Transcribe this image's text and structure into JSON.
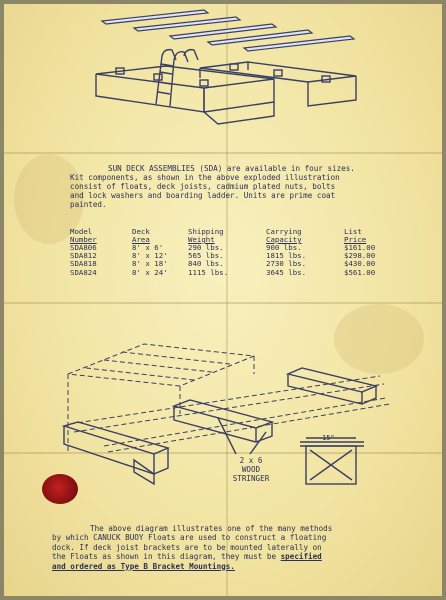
{
  "intro": {
    "line1": "SUN DECK ASSEMBLIES (SDA) are available in four sizes.",
    "line2": "Kit components, as shown in the above exploded illustration",
    "line3": "consist of floats, deck joists, cadmium plated nuts, bolts",
    "line4": "and lock washers and boarding ladder.  Units are prime coat",
    "line5": "painted."
  },
  "spec_table": {
    "headers": [
      {
        "top": "Model",
        "bottom": "Number"
      },
      {
        "top": "Deck",
        "bottom": "Area"
      },
      {
        "top": "Shipping",
        "bottom": "Weight"
      },
      {
        "top": "Carrying",
        "bottom": "Capacity"
      },
      {
        "top": "List",
        "bottom": "Price"
      }
    ],
    "rows": [
      [
        "SDA806",
        "8' x 6'",
        "290 lbs.",
        "900 lbs.",
        "$161.00"
      ],
      [
        "SDA812",
        "8' x 12'",
        "565 lbs.",
        "1815 lbs.",
        "$298.00"
      ],
      [
        "SDA818",
        "8' x 18'",
        "840 lbs.",
        "2730 lbs.",
        "$430.00"
      ],
      [
        "SDA824",
        "8' x 24'",
        "1115 lbs.",
        "3645 lbs.",
        "$561.00"
      ]
    ]
  },
  "diagram": {
    "stringer_line1": "2 x 6",
    "stringer_line2": "WOOD",
    "stringer_line3": "STRINGER",
    "dimension": "15\""
  },
  "footer": {
    "text1": "The above diagram illustrates one of the many methods",
    "text2": "by which CANUCK BUOY Floats are used to construct a floating",
    "text3": "dock.  If deck joist brackets are to be mounted laterally on",
    "text4": "the Floats as shown in this diagram, they must be",
    "text4_em": "specified",
    "text5": "and ordered as Type B Bracket Mountings."
  },
  "colors": {
    "paper": "#f3e7a8",
    "ink": "#2b3157",
    "seal": "#9b1518"
  },
  "icons": {
    "seal": "wax-seal-icon"
  }
}
